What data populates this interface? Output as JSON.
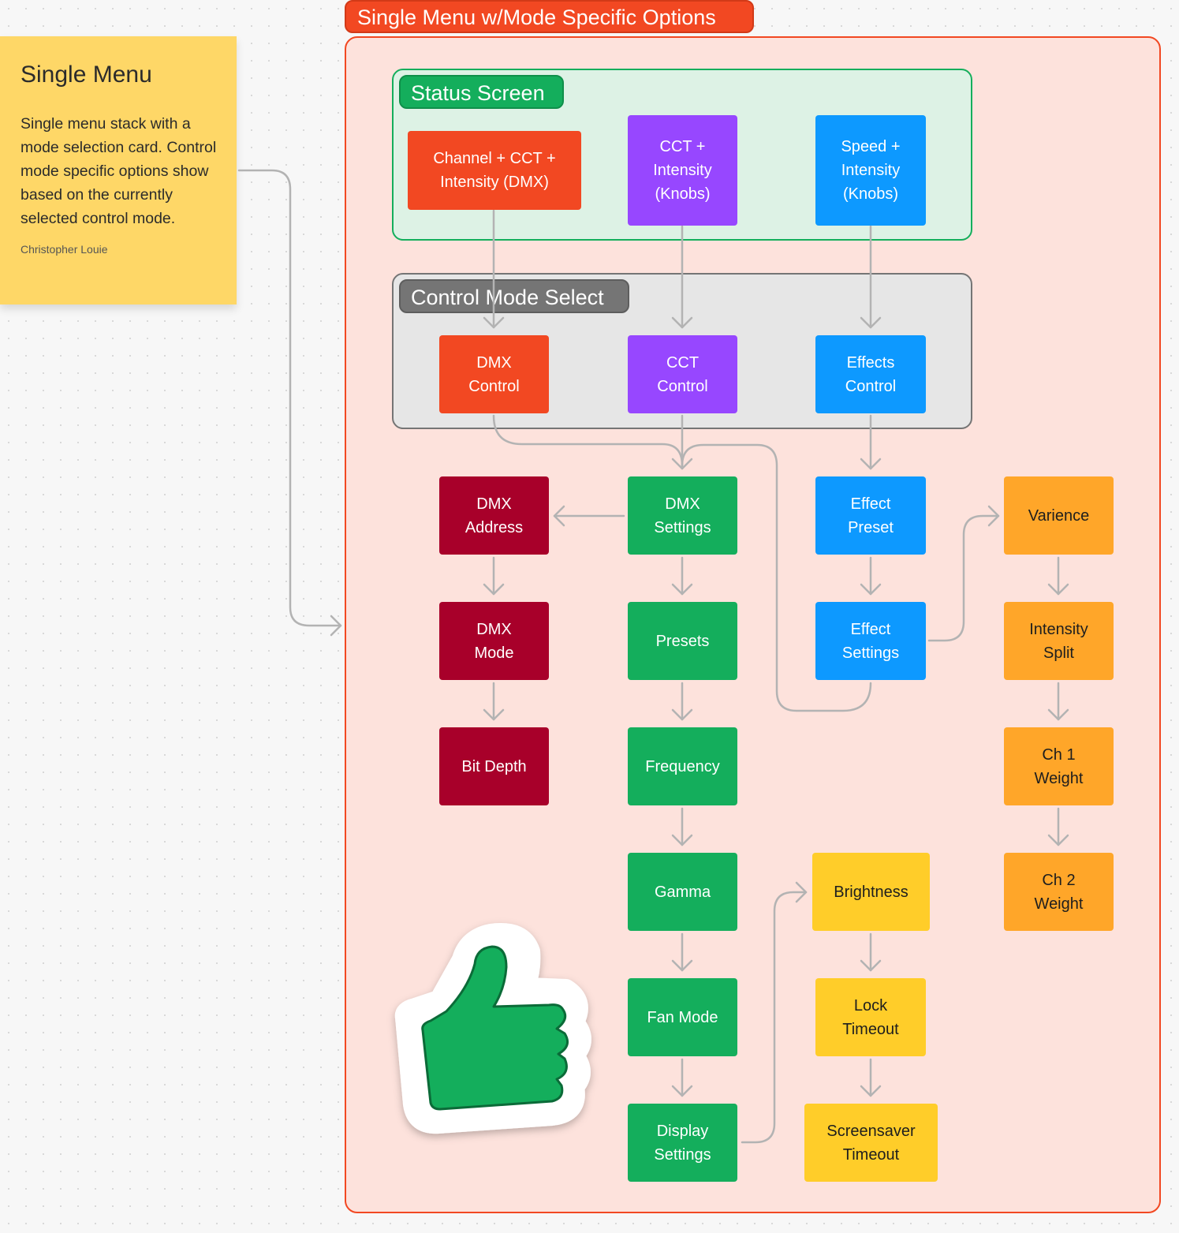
{
  "sticky": {
    "title": "Single Menu",
    "body": "Single menu stack with a mode selection card. Control mode specific options show based on the currently selected control mode.",
    "author": "Christopher Louie"
  },
  "section": {
    "title": "Single Menu w/Mode Specific Options"
  },
  "groups": {
    "status": {
      "label": "Status Screen"
    },
    "control": {
      "label": "Control Mode Select"
    }
  },
  "nodes": {
    "channel_cct_intensity": "Channel + CCT +\nIntensity (DMX)",
    "cct_intensity_knobs": "CCT +\nIntensity\n(Knobs)",
    "speed_intensity_knobs": "Speed +\nIntensity\n(Knobs)",
    "dmx_control": "DMX\nControl",
    "cct_control": "CCT\nControl",
    "effects_control": "Effects\nControl",
    "dmx_address": "DMX\nAddress",
    "dmx_settings": "DMX\nSettings",
    "effect_preset": "Effect\nPreset",
    "varience": "Varience",
    "dmx_mode": "DMX\nMode",
    "presets": "Presets",
    "effect_settings": "Effect\nSettings",
    "intensity_split": "Intensity\nSplit",
    "bit_depth": "Bit Depth",
    "frequency": "Frequency",
    "ch1_weight": "Ch 1\nWeight",
    "gamma": "Gamma",
    "brightness": "Brightness",
    "ch2_weight": "Ch 2\nWeight",
    "fan_mode": "Fan Mode",
    "lock_timeout": "Lock\nTimeout",
    "display_settings": "Display\nSettings",
    "screensaver_timeout": "Screensaver\nTimeout"
  },
  "colors": {
    "section": "#f24822",
    "status_group": "#14ae5c",
    "control_group": "#757575",
    "dmx_path": "#f24822",
    "cct_path": "#9747ff",
    "effects_path": "#0d99ff",
    "settings": "#14ae5c",
    "dmx_sub": "#a8002a",
    "effect_sub": "#ffa629",
    "display_sub": "#ffcd29",
    "connector": "#b3b3b3"
  },
  "sticker": {
    "icon": "thumbs-up"
  }
}
